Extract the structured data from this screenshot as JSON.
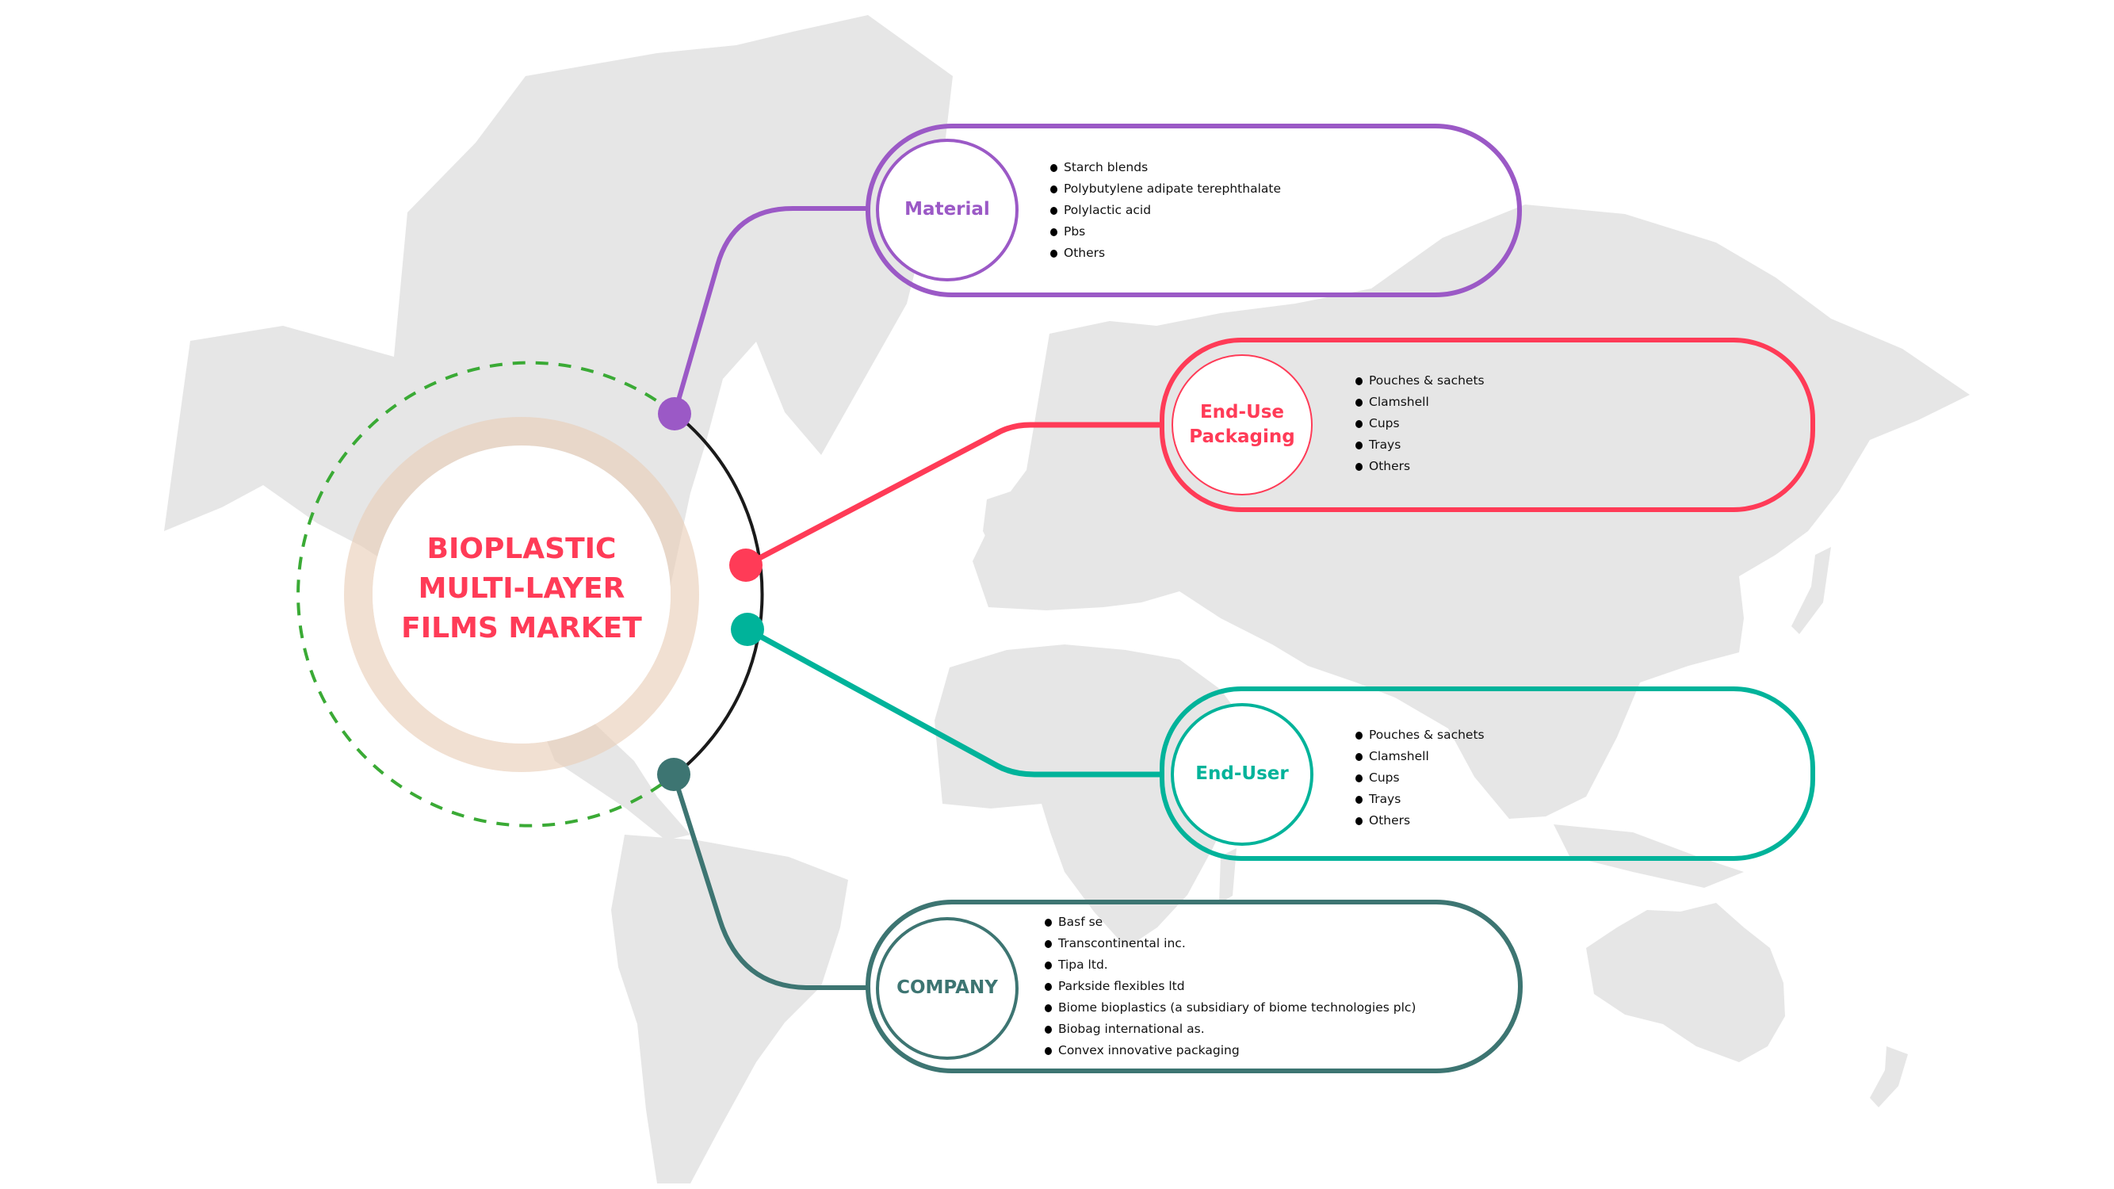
{
  "hub": {
    "title_lines": [
      "BIOPLASTIC",
      "MULTI-LAYER",
      "FILMS MARKET"
    ],
    "title_color": "#ff3b57"
  },
  "colors": {
    "map": "#e6e6e6",
    "ring": "#e9cdb6",
    "dashed_circle": "#3aaa35",
    "arc": "#1a1a1a"
  },
  "segments": [
    {
      "id": "material",
      "label_lines": [
        "Material"
      ],
      "color": "#9b59c6",
      "items": [
        "Starch blends",
        "Polybutylene adipate terephthalate",
        "Polylactic acid",
        "Pbs",
        "Others"
      ]
    },
    {
      "id": "end-use-packaging",
      "label_lines": [
        "End-Use",
        "Packaging"
      ],
      "color": "#ff3b57",
      "items": [
        "Pouches & sachets",
        "Clamshell",
        "Cups",
        "Trays",
        "Others"
      ]
    },
    {
      "id": "end-user",
      "label_lines": [
        "End-User"
      ],
      "color": "#00b39a",
      "items": [
        "Pouches & sachets",
        "Clamshell",
        "Cups",
        "Trays",
        "Others"
      ]
    },
    {
      "id": "company",
      "label_lines": [
        "COMPANY"
      ],
      "color": "#3d7572",
      "items": [
        "Basf se",
        "Transcontinental inc.",
        "Tipa ltd.",
        "Parkside flexibles ltd",
        "Biome bioplastics (a subsidiary of biome technologies plc)",
        "Biobag international as.",
        "Convex innovative packaging"
      ]
    }
  ]
}
